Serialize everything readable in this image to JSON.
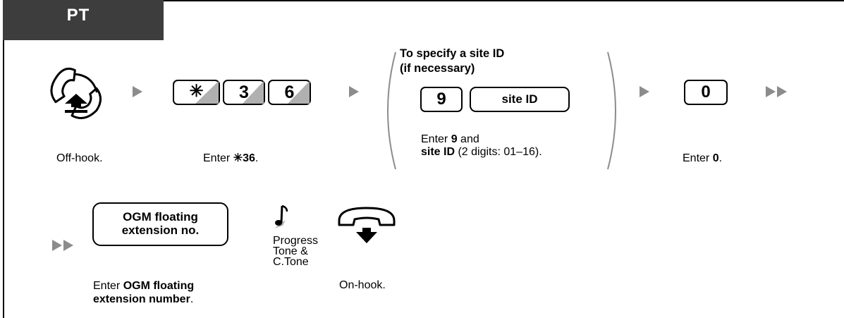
{
  "tab_label": "PT",
  "steps": {
    "offhook": {
      "label": "Off-hook."
    },
    "feature": {
      "keys": [
        "✳",
        "3",
        "6"
      ],
      "label_prefix": "Enter ",
      "label_code": "✳36",
      "label_suffix": "."
    },
    "site": {
      "heading_line1": "To specify a site ID",
      "heading_line2": "(if necessary)",
      "key_nine": "9",
      "key_site": "site ID",
      "desc_line1_prefix": "Enter ",
      "desc_line1_bold": "9",
      "desc_line1_suffix": " and",
      "desc_line2_bold": "site ID",
      "desc_line2_suffix": " (2 digits: 01–16)."
    },
    "zero": {
      "key": "0",
      "label_prefix": "Enter ",
      "label_bold": "0",
      "label_suffix": "."
    },
    "ogm": {
      "key_line1": "OGM floating",
      "key_line2": "extension no.",
      "label_prefix": "Enter ",
      "label_bold_line1": "OGM floating",
      "label_bold_line2": "extension number",
      "label_suffix": "."
    },
    "tone": {
      "line1": "Progress",
      "line2": "Tone &",
      "line3": "C.Tone"
    },
    "onhook": {
      "label": "On-hook."
    }
  },
  "colors": {
    "tab_bg": "#3d3d3d",
    "arrow": "#8c8c8c",
    "key_shade": "#b0b0b0"
  }
}
